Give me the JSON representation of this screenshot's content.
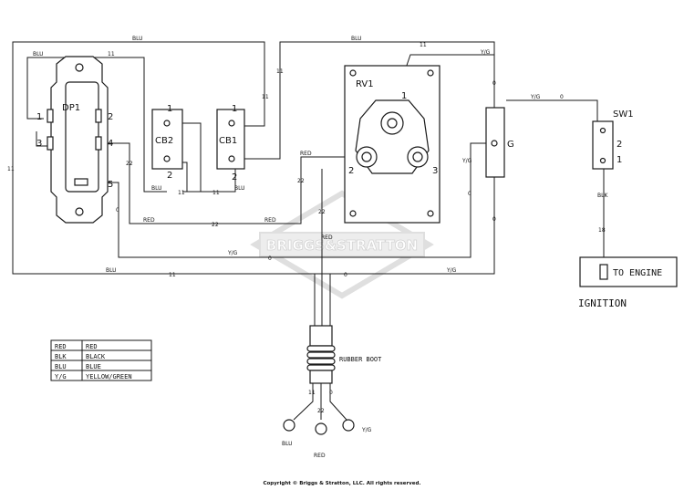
{
  "colors": {
    "ink": "#1a1a1a",
    "watermark": "#dcdcdc",
    "paper": "#ffffff"
  },
  "components": {
    "dp1": {
      "name": "DP1",
      "pins": [
        "1",
        "2",
        "3",
        "4",
        "5"
      ]
    },
    "cb2": {
      "name": "CB2",
      "pins": [
        "1",
        "2"
      ]
    },
    "cb1": {
      "name": "CB1",
      "pins": [
        "1",
        "2"
      ]
    },
    "rv1": {
      "name": "RV1",
      "pins": [
        "1",
        "2",
        "3"
      ]
    },
    "ground": {
      "name": "G"
    },
    "sw1": {
      "name": "SW1",
      "pins": [
        "2",
        "1"
      ]
    },
    "engine": {
      "label": "TO ENGINE",
      "caption": "IGNITION"
    },
    "boot": {
      "label": "RUBBER BOOT"
    }
  },
  "wire_labels": {
    "top_blu": "BLU",
    "top_11": "11",
    "top_blu_left": "BLU",
    "left_11": "11",
    "rv_blu": "BLU",
    "rv_11": "11",
    "rv_yg": "Y/G",
    "rv_0": "0",
    "cb1_11": "11",
    "vert_11": "11",
    "sw_yg": "Y/G",
    "sw_0": "0",
    "sw_blk": "BLK",
    "sw_18": "18",
    "dp_22": "22",
    "dp_0": "0",
    "cb_blu_a": "BLU",
    "cb_11_a": "11",
    "cb_11_b": "11",
    "cb_blu_b": "BLU",
    "red_left": "RED",
    "red_22": "22",
    "red_right": "RED",
    "rv_red": "RED",
    "rv_22": "22",
    "g_yg": "Y/G",
    "g_0": "0",
    "center_22": "22",
    "center_red": "RED",
    "mid_yg": "Y/G",
    "mid_0": "0",
    "bottom_blu": "BLU",
    "bottom_11": "11",
    "bottom_0": "0",
    "bottom_yg": "Y/G",
    "right_0": "0",
    "boot_11": "11",
    "boot_22": "22",
    "boot_0": "0",
    "term_blu": "BLU",
    "term_red": "RED",
    "term_yg": "Y/G"
  },
  "legend": [
    {
      "code": "RED",
      "meaning": "RED"
    },
    {
      "code": "BLK",
      "meaning": "BLACK"
    },
    {
      "code": "BLU",
      "meaning": "BLUE"
    },
    {
      "code": "Y/G",
      "meaning": "YELLOW/GREEN"
    }
  ],
  "watermark": "BRIGGS&STRATTON",
  "copyright": "Copyright © Briggs & Stratton, LLC. All rights reserved."
}
